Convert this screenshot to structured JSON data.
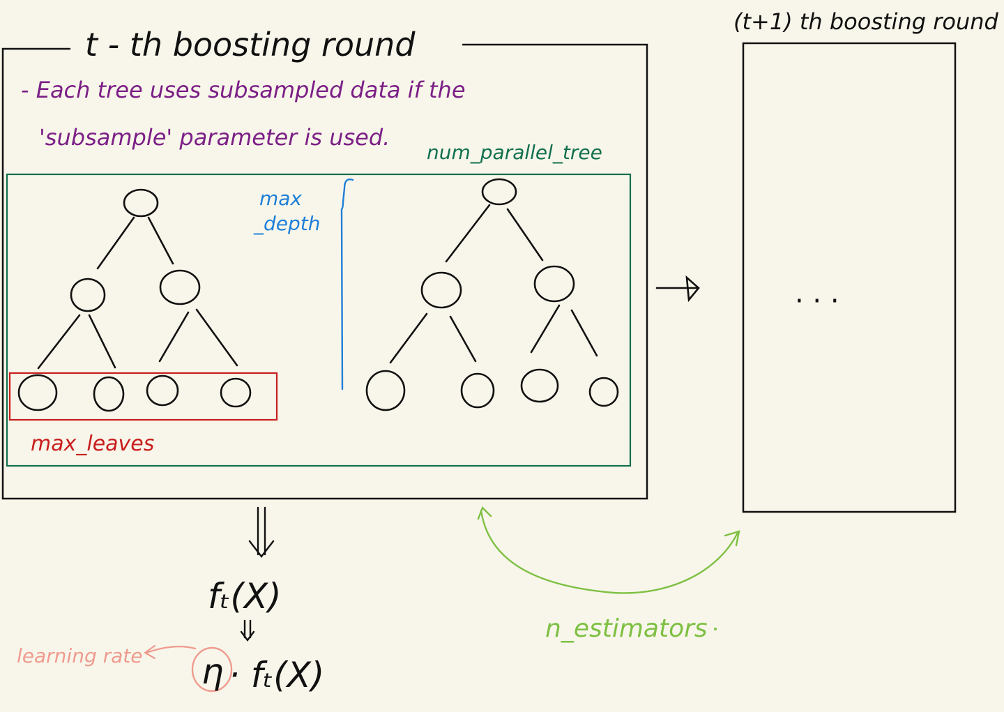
{
  "round_t": {
    "title": "t - th   boosting   round",
    "note_line1": "- Each   tree   uses   subsampled   data   if   the",
    "note_line2": "'subsample'   parameter   is   used."
  },
  "round_next": {
    "title": "(t+1) th   boosting   round",
    "ellipsis": "· · ·"
  },
  "labels": {
    "num_parallel_tree": "num_parallel_tree",
    "max_depth_1": "max",
    "max_depth_2": "_depth",
    "max_leaves": "max_leaves",
    "n_estimators": "n_estimators",
    "learning_rate": "learning rate"
  },
  "formulas": {
    "ft": "fₜ(X)",
    "eta": "η",
    "scaled": "· fₜ(X)"
  },
  "colors": {
    "background": "#f8f6ea",
    "ink": "#111111",
    "purple": "#7b1f86",
    "teal": "#12704f",
    "blue": "#1f7fd8",
    "red": "#c81e1e",
    "green": "#7ec043",
    "pink": "#ef9b8f"
  }
}
